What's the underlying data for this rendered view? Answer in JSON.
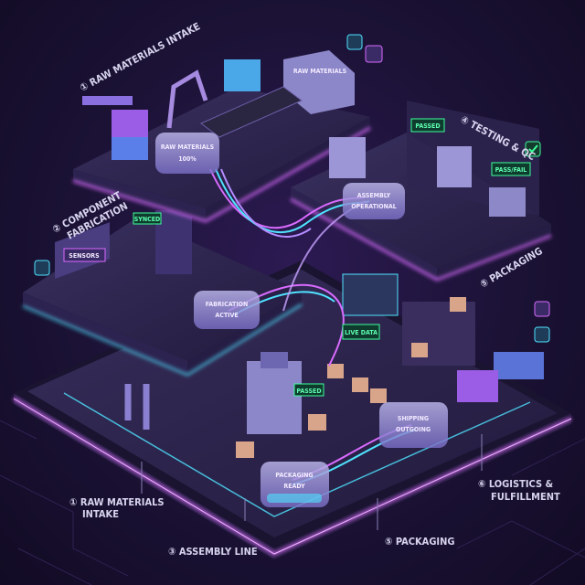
{
  "colors": {
    "background": "#1b1235",
    "platform": "#2a2344",
    "neon_pink": "#d96bff",
    "neon_cyan": "#4fe3ff",
    "accent_green": "#3dff9a"
  },
  "labels": {
    "top_raw_materials": "① RAW MATERIALS INTAKE",
    "component_fabrication_1": "② COMPONENT",
    "component_fabrication_2": "FABRICATION",
    "testing_qc": "④ TESTING & QC",
    "packaging_side": "⑤ PACKAGING",
    "bottom_raw_1": "① RAW MATERIALS",
    "bottom_raw_2": "INTAKE",
    "assembly_line": "③ ASSEMBLY LINE",
    "packaging_bottom": "⑤ PACKAGING",
    "logistics_1": "⑥ LOGISTICS &",
    "logistics_2": "FULFILLMENT"
  },
  "status_pods": {
    "raw_materials_box": "RAW MATERIALS",
    "raw_materials_1": "RAW MATERIALS",
    "raw_materials_2": "100%",
    "assembly_1": "ASSEMBLY",
    "assembly_2": "OPERATIONAL",
    "fabrication_1": "FABRICATION",
    "fabrication_2": "ACTIVE",
    "shipping_1": "SHIPPING",
    "shipping_2": "OUTGOING",
    "packaging_1": "PACKAGING",
    "packaging_2": "READY"
  },
  "screens": {
    "passed_top": "PASSED",
    "pass_fail": "PASS/FAIL",
    "synced": "SYNCED",
    "sensors": "SENSORS",
    "live_data": "LIVE DATA",
    "passed_bottom": "PASSED"
  },
  "icons": [
    "check-icon",
    "tools-icon",
    "chip-icon",
    "cart-icon",
    "truck-icon",
    "robot-arm-icon",
    "conveyor-icon",
    "box-icon",
    "container-icon"
  ]
}
